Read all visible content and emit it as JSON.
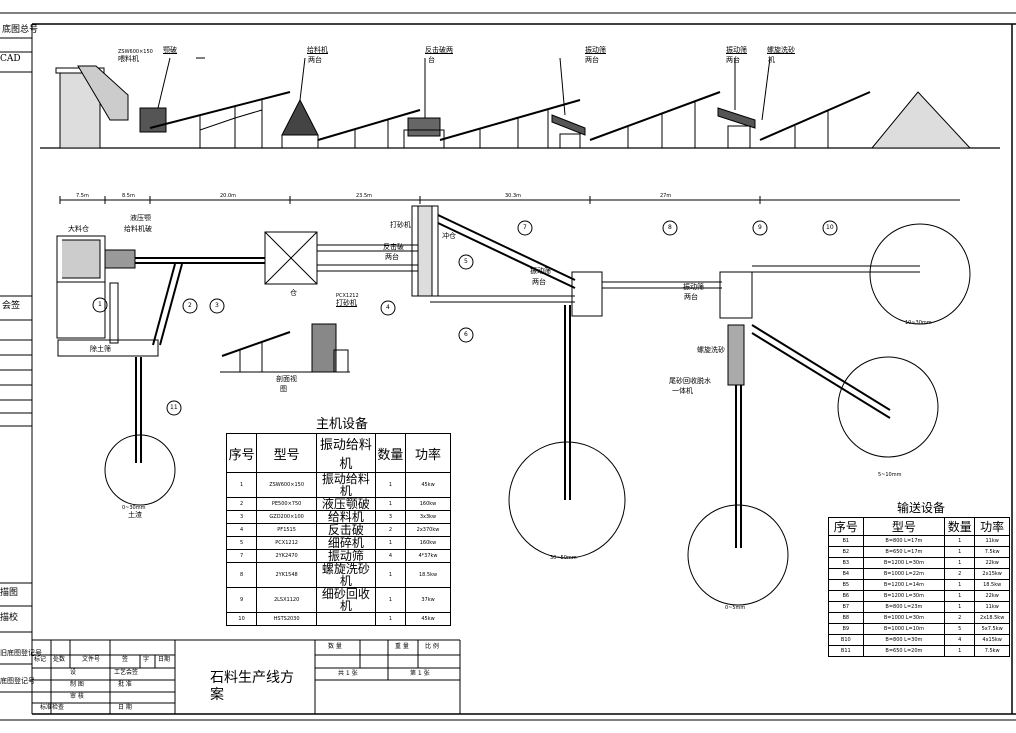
{
  "left_margin": {
    "labels": [
      "底图总号",
      "CAD",
      "会签",
      "描图",
      "描校",
      "旧底图登记号",
      "底图登记号"
    ]
  },
  "elevation_labels": {
    "hopper_feeder": "ZSW600×150",
    "feeder": "喂料机",
    "jaw": "颚破",
    "feeder_top": "给料机",
    "feeder_two": "两台",
    "impact": "反击破两",
    "impact_two": "台",
    "screen": "振动筛",
    "screen_two": "两台",
    "screen2": "振动筛",
    "screen2_two": "两台",
    "sand_washer": "螺旋洗砂",
    "sand_washer_two": "机"
  },
  "plan_labels": {
    "dims": [
      "7.5m",
      "8.5m",
      "20.0m",
      "23.5m",
      "30.3m",
      "27m"
    ],
    "big_hopper": "大料仓",
    "hydraulic": "液压颚",
    "feeder_jaw": "给料机破",
    "scalper": "除土筛",
    "silo": "仓",
    "sand_maker": "打砂机",
    "pcx": "PCX1212",
    "sand_maker2": "打砂机",
    "side_view": "剖面视",
    "side_view2": "图",
    "impact_two": "反击破",
    "impact_two2": "两台",
    "sand_maker_top": "打砂机",
    "chong": "冲仓",
    "screen_two": "振动筛",
    "screen_two2": "两台",
    "screen_two_b": "振动筛",
    "screen_two_b2": "两台",
    "sand_washer": "螺旋洗砂",
    "tail_recovery": "尾砂回收脱水",
    "tail_recovery2": "一体机",
    "soil": "土渣",
    "pile_small": "0~30mm",
    "pile_mid": "30~50mm",
    "pile_right": "10~30mm",
    "pile_right2": "5~10mm",
    "pile_sand": "0~5mm",
    "circle_nums": [
      "1",
      "2",
      "3",
      "4",
      "5",
      "6",
      "7",
      "8",
      "9",
      "10",
      "11"
    ]
  },
  "main_table": {
    "title": "主机设备",
    "headers": [
      "序号",
      "型号",
      "振动给料机",
      "数量",
      "功率"
    ],
    "rows": [
      [
        "1",
        "ZSW600×150",
        "振动给料机",
        "1",
        "45kw"
      ],
      [
        "2",
        "PE500×750",
        "液压颚破",
        "1",
        "160kw"
      ],
      [
        "3",
        "GZD200×100",
        "给料机",
        "3",
        "3x3kw"
      ],
      [
        "4",
        "PF1515",
        "反击破",
        "2",
        "2x370kw"
      ],
      [
        "5",
        "PCX1212",
        "细碎机",
        "1",
        "160kw"
      ],
      [
        "7",
        "2YK2470",
        "振动筛",
        "4",
        "4*37kw"
      ],
      [
        "8",
        "2YK1548",
        "螺旋洗砂机",
        "1",
        "18.5kw"
      ],
      [
        "9",
        "2LSX1120",
        "细砂回收机",
        "1",
        "37kw"
      ],
      [
        "10",
        "HSTS2030",
        "",
        "1",
        "45kw"
      ]
    ]
  },
  "conv_table": {
    "title": "输送设备",
    "headers": [
      "序号",
      "型号",
      "数量",
      "功率"
    ],
    "rows": [
      [
        "B1",
        "B=800 L=17m",
        "1",
        "11kw"
      ],
      [
        "B2",
        "B=650 L=17m",
        "1",
        "7.5kw"
      ],
      [
        "B3",
        "B=1200 L=30m",
        "1",
        "22kw"
      ],
      [
        "B4",
        "B=1000 L=22m",
        "2",
        "2x15kw"
      ],
      [
        "B5",
        "B=1200 L=14m",
        "1",
        "18.5kw"
      ],
      [
        "B6",
        "B=1200 L=30m",
        "1",
        "22kw"
      ],
      [
        "B7",
        "B=800 L=23m",
        "1",
        "11kw"
      ],
      [
        "B8",
        "B=1000 L=30m",
        "2",
        "2x18.5kw"
      ],
      [
        "B9",
        "B=1000 L=10m",
        "5",
        "5x7.5kw"
      ],
      [
        "B10",
        "B=800 L=30m",
        "4",
        "4x15kw"
      ],
      [
        "B11",
        "B=650 L=20m",
        "1",
        "7.5kw"
      ]
    ]
  },
  "title_block": {
    "row1": [
      "标记",
      "处数",
      "文件号",
      "签",
      "字",
      "日期"
    ],
    "design": "设",
    "draw": "制 图",
    "check": "审 核",
    "std": "标准检查",
    "craft": "工艺会签",
    "approve": "批 准",
    "date": "日 期",
    "drawing_title": "石料生产线方案",
    "qty": "数 量",
    "weight": "重 量",
    "scale": "比 例",
    "total": "共 1 张",
    "page": "第 1 张"
  }
}
